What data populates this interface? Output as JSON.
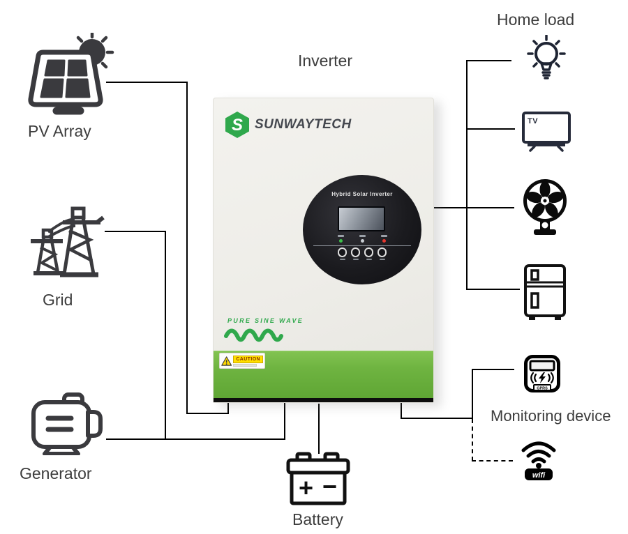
{
  "labels": {
    "pv_array": "PV Array",
    "grid": "Grid",
    "generator": "Generator",
    "inverter": "Inverter",
    "home_load": "Home load",
    "monitoring_device": "Monitoring device",
    "battery": "Battery"
  },
  "inverter_unit": {
    "logo_letter": "S",
    "brand": "SUNWAYTECH",
    "panel_title": "Hybrid Solar Inverter",
    "sine_wave_text": "PURE SINE WAVE",
    "caution_label": "CAUTION"
  },
  "device_icons": {
    "tv_label": "TV",
    "gprs_label": "GPRS",
    "wifi_label": "wifi"
  },
  "battery_icon": {
    "plus": "+",
    "minus": "−"
  },
  "colors": {
    "brand_green": "#2fa84c",
    "band_green": "#6fb441",
    "caution_yellow": "#ffdf00",
    "connector_line": "#000000",
    "label_text": "#3d3d3d",
    "icon_dark": "#3a3a3e"
  }
}
